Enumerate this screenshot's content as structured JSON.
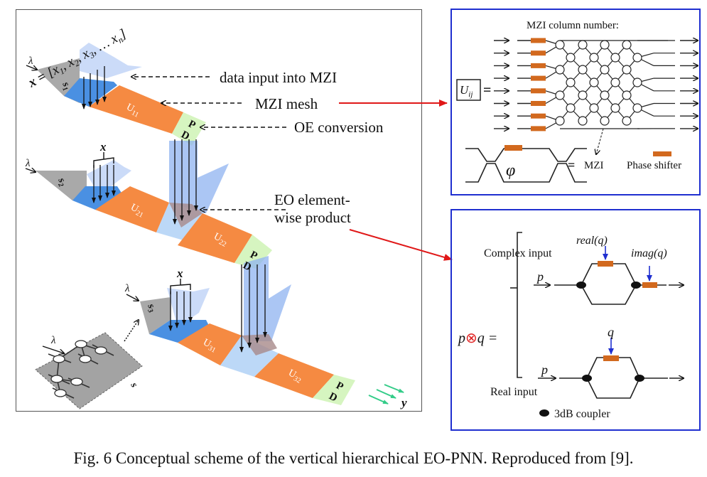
{
  "figure": {
    "caption": "Fig. 6 Conceptual scheme of the vertical hierarchical EO-PNN. Reproduced from [9]."
  },
  "left_panel": {
    "input_vector": {
      "lhs": "x =",
      "elements": [
        "[x",
        "1",
        ", x",
        "2",
        ", x",
        "3",
        ", … x",
        "n",
        "]"
      ]
    },
    "lambda": "λ",
    "x_label": "x",
    "y_label": "y",
    "annotations": [
      {
        "label": "data input into MZI"
      },
      {
        "label": "MZI mesh"
      },
      {
        "label": "OE conversion"
      },
      {
        "label": "EO element-",
        "label2": "wise product"
      }
    ],
    "layers": [
      {
        "source": "s",
        "source_sub": "1",
        "blocks": [
          {
            "name": "U",
            "sub": "11"
          }
        ],
        "detector": [
          "P",
          "D"
        ]
      },
      {
        "source": "s",
        "source_sub": "2",
        "blocks": [
          {
            "name": "U",
            "sub": "21"
          },
          {
            "name": "U",
            "sub": "22"
          }
        ],
        "detector": [
          "P",
          "D"
        ]
      },
      {
        "source": "s",
        "source_sub": "3",
        "blocks": [
          {
            "name": "U",
            "sub": "31"
          },
          {
            "name": "U",
            "sub": "32"
          }
        ],
        "detector": [
          "P",
          "D"
        ]
      }
    ],
    "source_chip_label": "s",
    "colors": {
      "mzi_block": "#f58a42",
      "input_region": "#4a90e2",
      "detector": "#d6f5c0",
      "source": "#a9a9a9",
      "beam": "#8fb3f0",
      "output_arrow": "#33cc88"
    }
  },
  "mzi_panel": {
    "title": "MZI column number:",
    "matrix_label": "U",
    "matrix_sub": "ij",
    "equals": "=",
    "phi": "φ",
    "mzi_equals": "=",
    "mzi_label": "MZI",
    "phase_shifter_label": "Phase shifter",
    "num_waveguides": 8,
    "colors": {
      "phase_shifter": "#d2691e",
      "border": "#1f2fd0"
    }
  },
  "eo_panel": {
    "complex_input_label": "Complex input",
    "real_input_label": "Real input",
    "real_q": "real(q)",
    "imag_q": "imag(q)",
    "q": "q",
    "p": "p",
    "product_lhs": "p",
    "product_op": "⊗",
    "product_rhs": "q =",
    "coupler_legend": "3dB coupler",
    "colors": {
      "control_arrow": "#1f2fd0",
      "product_symbol": "#e02020",
      "phase_shifter": "#d2691e"
    }
  },
  "connectors": {
    "color": "#e01818"
  }
}
